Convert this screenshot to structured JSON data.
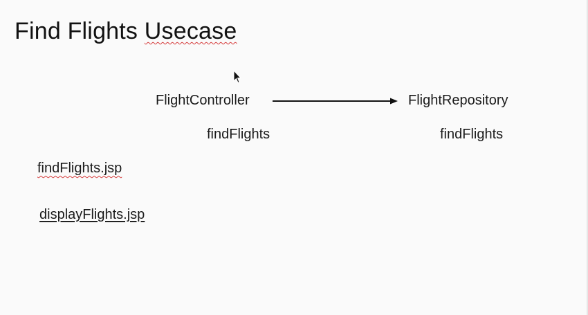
{
  "slide": {
    "title_part1": "Find Flights ",
    "title_part2": "Usecase"
  },
  "diagram": {
    "controller": {
      "name": "FlightController",
      "method": "findFlights"
    },
    "repository": {
      "name": "FlightRepository",
      "method": "findFlights"
    },
    "arrow": "controller-to-repository"
  },
  "views": {
    "find_flights_page": "findFlights.jsp",
    "display_flights_page": "displayFlights.jsp"
  },
  "icons": {
    "cursor": "mouse-pointer-icon",
    "arrow": "right-arrow-icon"
  },
  "colors": {
    "background": "#fafafa",
    "text": "#1a1a1a",
    "spellcheck_underline": "#d63b3b"
  }
}
